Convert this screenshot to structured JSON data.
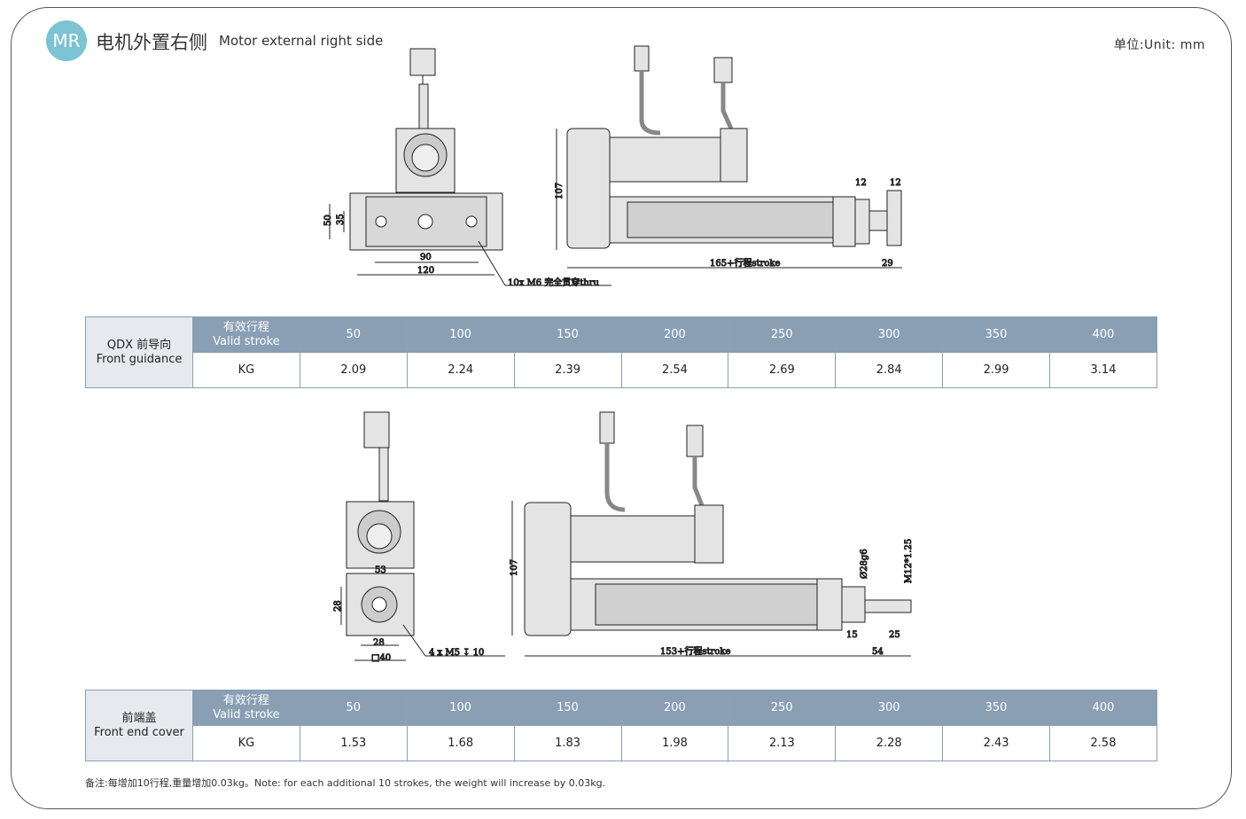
{
  "header": {
    "badge": "MR",
    "title_cn": "电机外置右侧",
    "title_en": "Motor external right side",
    "unit": "单位:Unit: mm"
  },
  "drawing1": {
    "dims": {
      "d50": "50",
      "d35": "35",
      "d90": "90",
      "d120": "120",
      "hole": "10x  M6  完全贯穿thru",
      "d107": "107",
      "d12a": "12",
      "d12b": "12",
      "stroke": "165+行程stroke",
      "d29": "29"
    }
  },
  "drawing2": {
    "dims": {
      "d53": "53",
      "d28v": "28",
      "d28h": "28",
      "sq40": "□40",
      "hole": "4  x   M5  ↧  10",
      "d107": "107",
      "dia": "Ø28g6",
      "thread": "M12*1.25",
      "d15": "15",
      "d25": "25",
      "d54": "54",
      "stroke": "153+行程stroke"
    }
  },
  "table1": {
    "label_cn": "QDX 前导向",
    "label_en": "Front guidance",
    "hdr_cn": "有效行程",
    "hdr_en": "Valid stroke",
    "row_label": "KG",
    "strokes": [
      "50",
      "100",
      "150",
      "200",
      "250",
      "300",
      "350",
      "400"
    ],
    "weights": [
      "2.09",
      "2.24",
      "2.39",
      "2.54",
      "2.69",
      "2.84",
      "2.99",
      "3.14"
    ]
  },
  "table2": {
    "label_cn": "前端盖",
    "label_en": "Front end cover",
    "hdr_cn": "有效行程",
    "hdr_en": "Valid stroke",
    "row_label": "KG",
    "strokes": [
      "50",
      "100",
      "150",
      "200",
      "250",
      "300",
      "350",
      "400"
    ],
    "weights": [
      "1.53",
      "1.68",
      "1.83",
      "1.98",
      "2.13",
      "2.28",
      "2.43",
      "2.58"
    ]
  },
  "note": "备注:每增加10行程,重量增加0.03kg。Note: for each additional 10 strokes, the weight will increase by 0.03kg."
}
